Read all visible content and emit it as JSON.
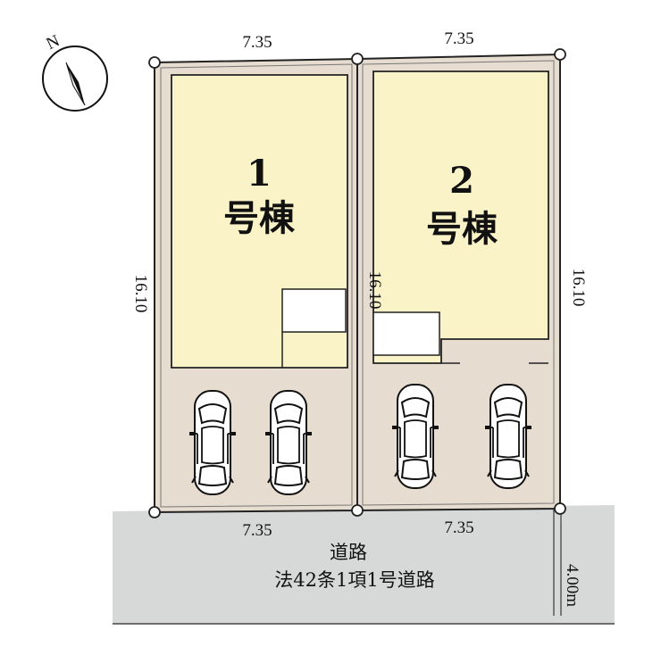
{
  "compass": {
    "label": "N",
    "icon": "north-arrow-icon"
  },
  "lots": [
    {
      "number": "1",
      "name": "号棟",
      "frontage_top": "7.35",
      "frontage_bottom": "7.35",
      "depth": "16.10"
    },
    {
      "number": "2",
      "name": "号棟",
      "frontage_top": "7.35",
      "frontage_bottom": "7.35",
      "depth_left": "16.10",
      "depth_right": "16.10"
    }
  ],
  "road": {
    "line1": "道路",
    "line2": "法42条1項1号道路",
    "width": "4.00m"
  },
  "parking_icon": "car-icon",
  "colors": {
    "lot_ground": "#e6dccf",
    "building": "#fbf3c8",
    "road": "#d7d8d8",
    "outline": "#222222"
  }
}
